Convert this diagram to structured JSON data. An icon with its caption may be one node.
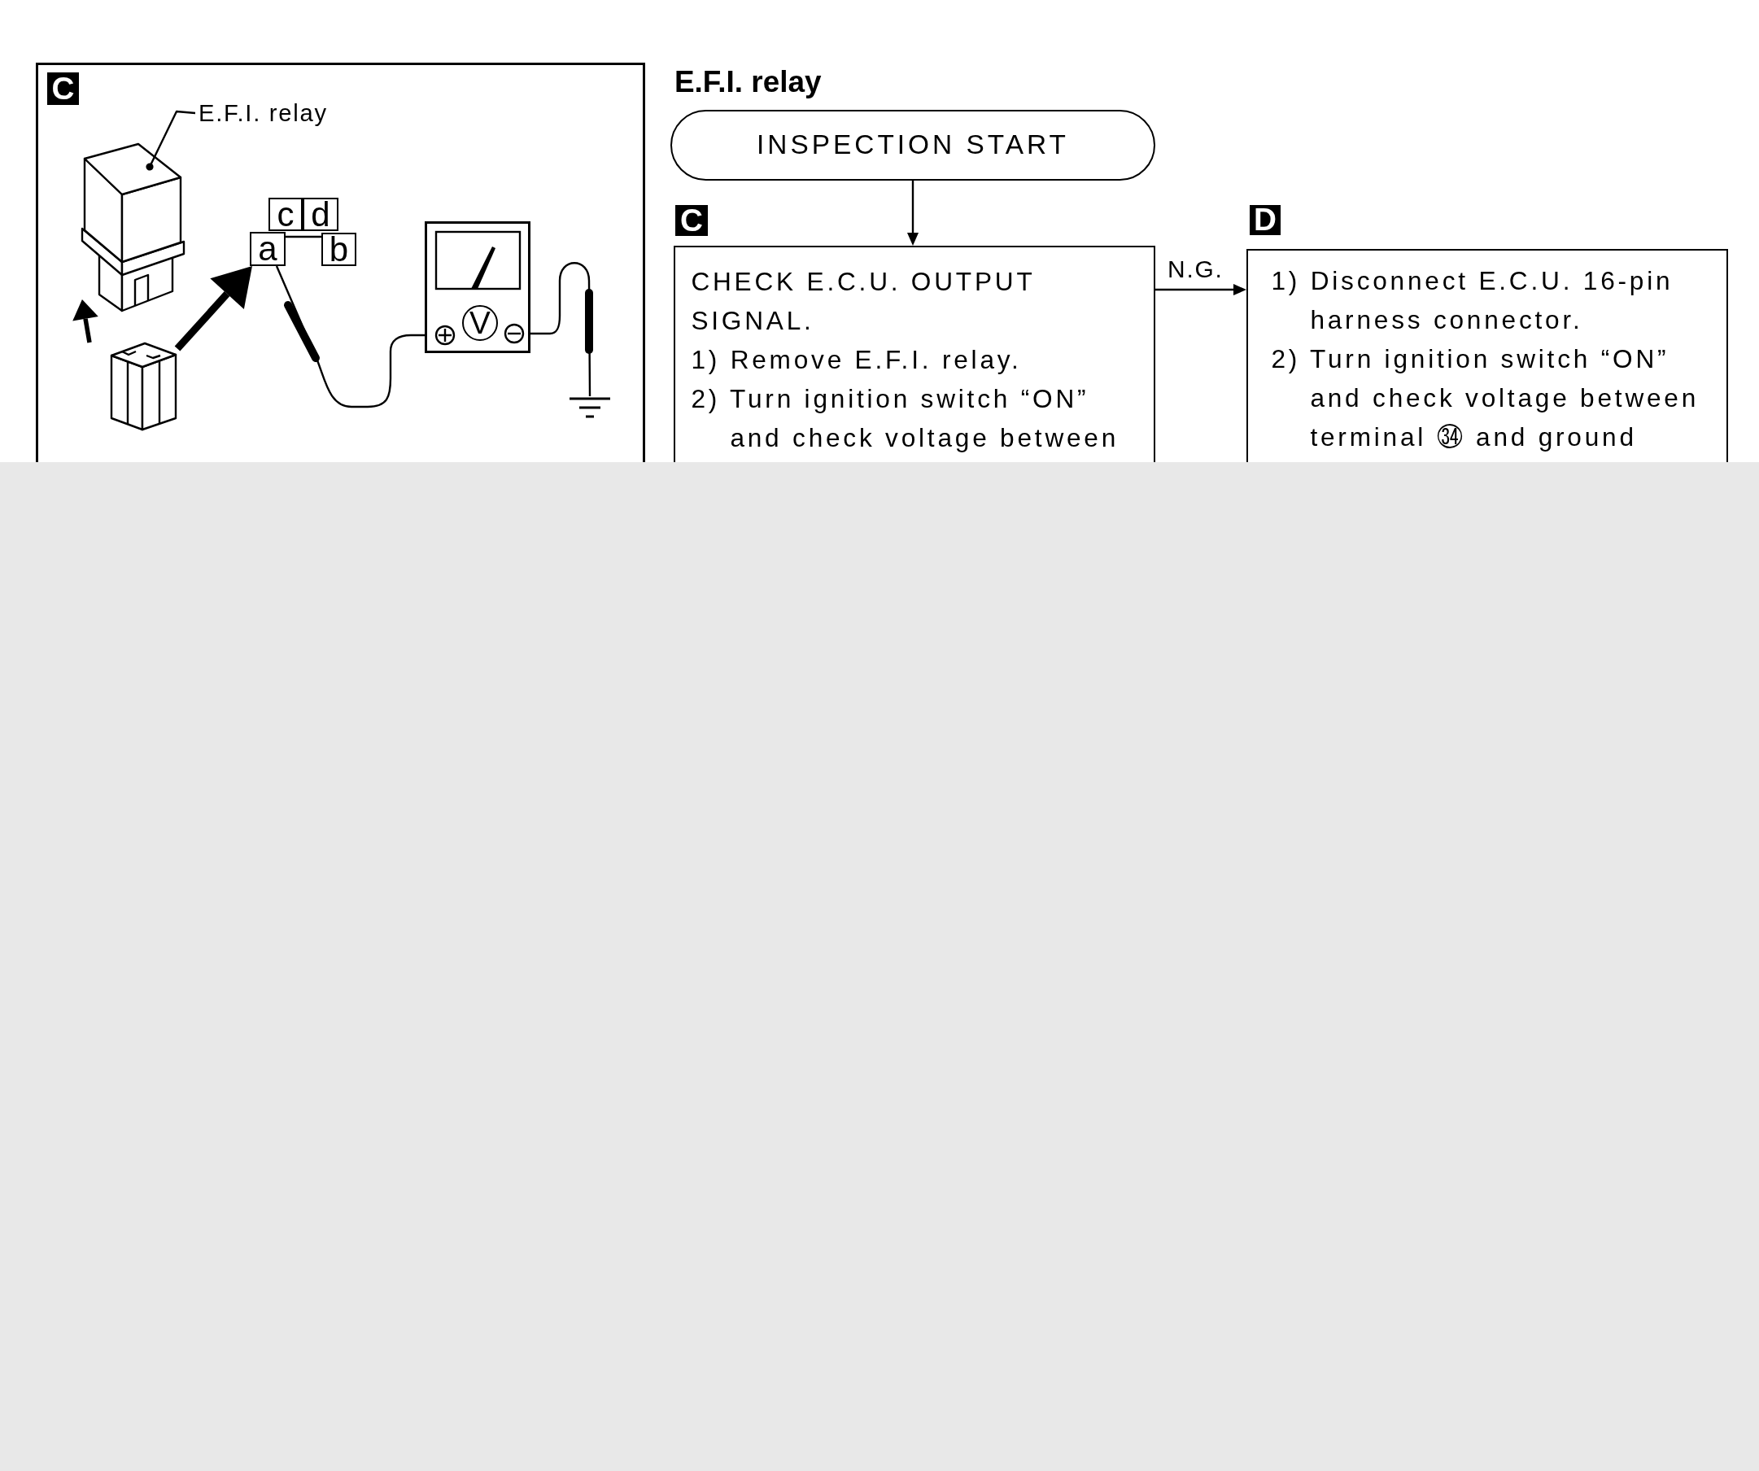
{
  "diagram": {
    "title": "E.F.I. relay",
    "nodes": [
      {
        "text": [
          "C"
        ]
      },
      {
        "text": [],
        "shape": "picture",
        "in": 0
      },
      {
        "text": [
          "E.F.I. relay"
        ],
        "in": 0
      },
      {
        "text": [
          "c"
        ],
        "in": 0
      },
      {
        "text": [
          "d"
        ],
        "in": 0
      },
      {
        "text": [
          "a"
        ],
        "in": 0
      },
      {
        "text": [
          "b"
        ],
        "in": 0
      },
      {
        "text": [],
        "shape": "picture",
        "in": 0
      },
      {
        "text": [
          "V"
        ],
        "in": 0
      },
      {
        "text": [],
        "shape": "picture",
        "in": 0
      },
      {
        "text": [
          "INSPECTION START"
        ]
      },
      {
        "text": [
          "CHECK E.C.U. OUTPUT SIGNAL.",
          "1) Remove E.F.I. relay.",
          "2) Turn ignition switch “ON” and check voltage between"
        ],
        "beside": [
          "C"
        ]
      },
      {
        "text": [
          "1) Disconnect E.C.U. 16-pin harness connector.",
          "2) Turn ignition switch “ON” and check voltage between terminal ㉞ and ground"
        ],
        "beside": [
          "D"
        ]
      }
    ],
    "edges": [
      {
        "from": 2,
        "to": 1,
        "arrow": "other"
      },
      {
        "from": 7,
        "to": 5,
        "arrow": "to",
        "style": "thick"
      },
      {
        "from": 5,
        "to": 6,
        "arrow": "none"
      },
      {
        "from": 5,
        "to": 8,
        "arrow": "none"
      },
      {
        "from": 8,
        "to": 9,
        "arrow": "none"
      },
      {
        "from": 10,
        "to": 11,
        "arrow": "to"
      },
      {
        "from": 11,
        "to": 12,
        "arrow": "to",
        "label": "N.G."
      }
    ]
  }
}
